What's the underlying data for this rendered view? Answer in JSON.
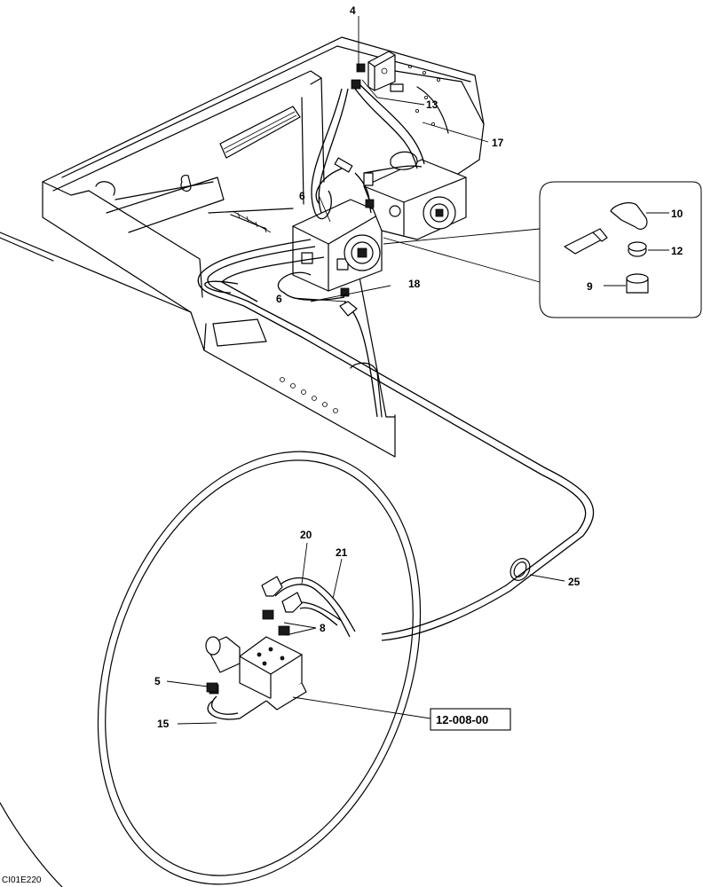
{
  "diagram": {
    "part_labels": {
      "p4": "4",
      "p13": "13",
      "p17": "17",
      "p6a": "6",
      "p6b": "6",
      "p18": "18",
      "p10": "10",
      "p12": "12",
      "p9": "9",
      "p20": "20",
      "p21": "21",
      "p25": "25",
      "p8": "8",
      "p5": "5",
      "p15": "15"
    },
    "reference": "12-008-00",
    "drawing_code": "CI01E220"
  }
}
